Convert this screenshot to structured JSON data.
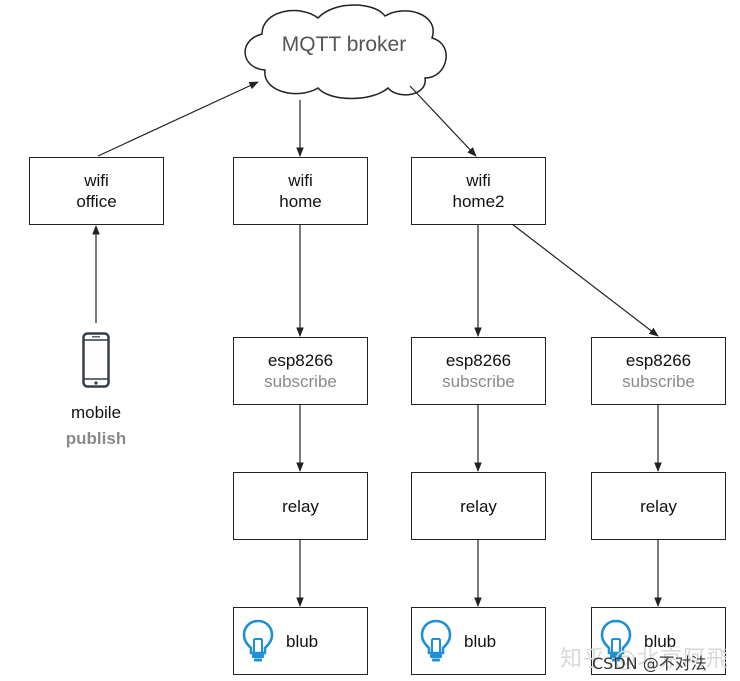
{
  "broker": {
    "label": "MQTT broker"
  },
  "wifi": [
    {
      "line1": "wifi",
      "line2": "office"
    },
    {
      "line1": "wifi",
      "line2": "home"
    },
    {
      "line1": "wifi",
      "line2": "home2"
    }
  ],
  "mobile": {
    "label": "mobile",
    "sub": "publish"
  },
  "esp": [
    {
      "label": "esp8266",
      "sub": "subscribe"
    },
    {
      "label": "esp8266",
      "sub": "subscribe"
    },
    {
      "label": "esp8266",
      "sub": "subscribe"
    }
  ],
  "relay": [
    {
      "label": "relay"
    },
    {
      "label": "relay"
    },
    {
      "label": "relay"
    }
  ],
  "blub": [
    {
      "label": "blub"
    },
    {
      "label": "blub"
    },
    {
      "label": "blub"
    }
  ],
  "watermark": {
    "zhihu": "知乎 @北京阿飛",
    "csdn": "CSDN @不对法"
  },
  "colors": {
    "line": "#222222",
    "muted": "#8a8a8a",
    "bulb": "#1f8fd6",
    "cloud_text": "#555555"
  },
  "icons": {
    "phone": "smartphone-icon",
    "bulb": "lightbulb-icon",
    "cloud": "cloud-shape"
  }
}
